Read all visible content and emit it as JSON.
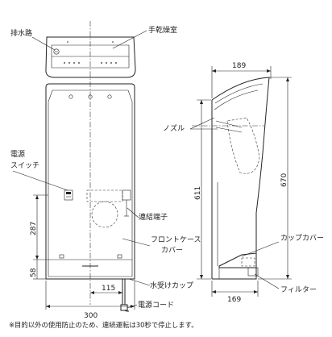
{
  "labels": {
    "drain": "排水路",
    "dry_chamber": "手乾燥室",
    "power_switch_l1": "電源",
    "power_switch_l2": "スイッチ",
    "terminal": "連結端子",
    "front_cover_l1": "フロントケース",
    "front_cover_l2": "カバー",
    "water_cup": "水受けカップ",
    "power_cord": "電源コード",
    "nozzle": "ノズル",
    "cup_cover": "カップカバー",
    "filter": "フィルター"
  },
  "dimensions": {
    "front_width": "300",
    "dim_287": "287",
    "dim_58": "58",
    "dim_115": "115",
    "dim_611": "611",
    "dim_670": "670",
    "top_depth": "189",
    "bottom_depth": "169"
  },
  "footnote": "※目的以外の使用防止のため、連続運転は30秒で停止します。"
}
